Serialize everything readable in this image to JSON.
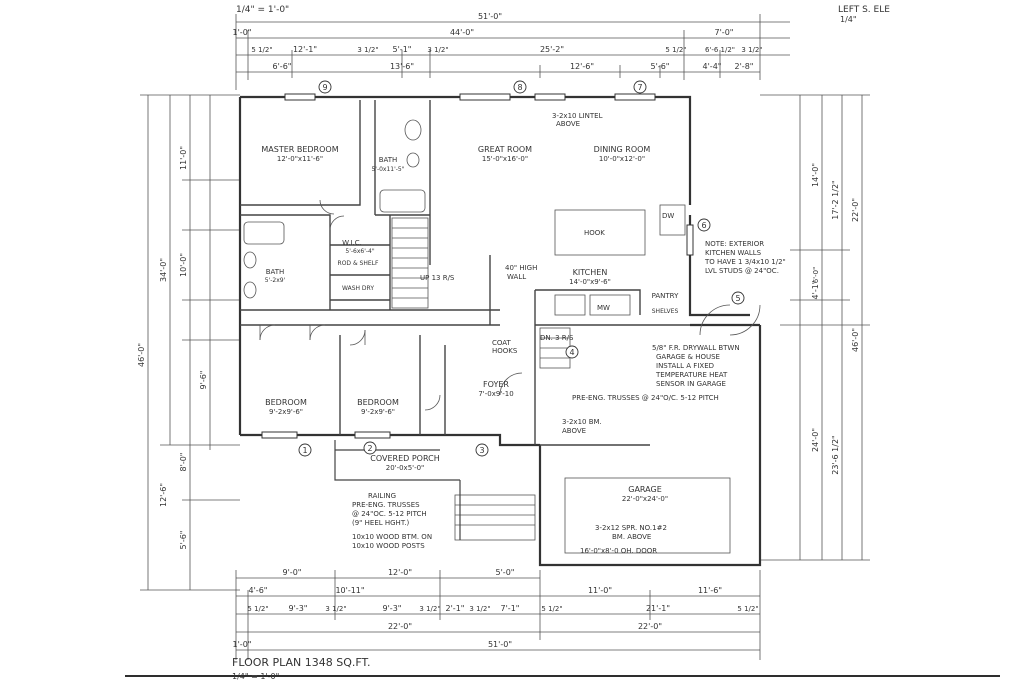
{
  "header": {
    "top_left_scale": "1/4\" = 1'-0\"",
    "top_right_title": "LEFT S. ELE",
    "top_right_scale": "1/4\""
  },
  "rooms": {
    "master_bedroom": {
      "name": "MASTER BEDROOM",
      "size": "12'-0\"x11'-6\""
    },
    "bath_master": {
      "name": "BATH",
      "size": "5'-0x11'-5\""
    },
    "great_room": {
      "name": "GREAT ROOM",
      "size": "15'-0\"x16'-0\""
    },
    "dining_room": {
      "name": "DINING ROOM",
      "size": "10'-0\"x12'-0\""
    },
    "bath_2": {
      "name": "BATH",
      "size": "5'-2x9'"
    },
    "wic": {
      "name": "W.I.C.",
      "size": "5'-6x6'-4\"",
      "shelf": "ROD & SHELF"
    },
    "wash_dry": "WASH DRY",
    "kitchen": {
      "name": "KITCHEN",
      "size": "14'-0\"x9'-6\""
    },
    "pantry": "PANTRY",
    "shelves": "SHELVES",
    "bedroom_1": {
      "name": "BEDROOM",
      "size": "9'-2x9'-6\""
    },
    "bedroom_2": {
      "name": "BEDROOM",
      "size": "9'-2x9'-6\""
    },
    "foyer": {
      "name": "FOYER",
      "size": "7'-0x9'-10"
    },
    "covered_porch": {
      "name": "COVERED PORCH",
      "size": "20'-0x5'-0\""
    },
    "garage": {
      "name": "GARAGE",
      "size": "22'-0\"x24'-0\""
    }
  },
  "notes": {
    "lintel": [
      "3-2x10 LINTEL",
      "ABOVE"
    ],
    "exterior_walls": [
      "NOTE: EXTERIOR",
      "KITCHEN WALLS",
      "TO HAVE 1 3/4x10 1/2\"",
      "LVL STUDS @ 24\"OC."
    ],
    "fire_detail": [
      "5/8\" F.R. DRYWALL BTWN",
      "GARAGE & HOUSE",
      "INSTALL A FIXED",
      "TEMPERATURE HEAT",
      "SENSOR IN GARAGE"
    ],
    "trusses": "PRE-ENG. TRUSSES @ 24\"O/C.  5-12 PITCH",
    "bm": [
      "3-2x10 BM.",
      "ABOVE"
    ],
    "spr": [
      "3-2x12 SPR. NO.1#2",
      "BM. ABOVE"
    ],
    "garage_door": "16'-0\"x8'-0 OH. DOOR",
    "railing": [
      "RAILING",
      "PRE-ENG. TRUSSES",
      "@ 24\"OC. 5-12 PITCH",
      "(9\" HEEL HGHT.)"
    ],
    "wood": [
      "10x10 WOOD BTM. ON",
      "10x10 WOOD POSTS"
    ],
    "hook": "HOOK",
    "mw": "MW",
    "dw": "DW",
    "dn": "DN. 3 R/S",
    "up": "UP 13 R/S",
    "high_wall": [
      "40\" HIGH",
      "WALL"
    ],
    "coat_hooks": [
      "COAT",
      "HOOKS"
    ]
  },
  "dims_top": {
    "overall": "51'-0\"",
    "row1": [
      "1'-0\"",
      "44'-0\"",
      "7'-0\""
    ],
    "row2": [
      "5 1/2\"",
      "12'-1\"",
      "3 1/2\"",
      "5'-1\"",
      "3 1/2\"",
      "25'-2\"",
      "5 1/2\"",
      "6'-6 1/2\"",
      "3 1/2\""
    ],
    "row3": [
      "6'-6\"",
      "13'-6\"",
      "12'-6\"",
      "5'-6\"",
      "4'-4\"",
      "2'-8\""
    ]
  },
  "dims_bottom": {
    "row1": [
      "9'-0\"",
      "12'-0\"",
      "5'-0\""
    ],
    "row2": [
      "4'-6\"",
      "10'-11\"",
      "11'-0\"",
      "11'-6\""
    ],
    "row3": [
      "5 1/2\"",
      "9'-3\"",
      "3 1/2\"",
      "9'-3\"",
      "3 1/2\"",
      "2'-1\"",
      "3 1/2\"",
      "7'-1\"",
      "5 1/2\"",
      "21'-1\"",
      "5 1/2\""
    ],
    "row4": [
      "22'-0\"",
      "22'-0\""
    ],
    "overall": [
      "1'-0\"",
      "51'-0\""
    ]
  },
  "dims_left": [
    "11'-0\"",
    "10'-0\"",
    "9'-6\"",
    "8'-0\"",
    "12'-6\"",
    "5'-6\"",
    "34'-0\"",
    "46'-0\""
  ],
  "dims_right": [
    "14'-0\"",
    "17'-2 1/2\"",
    "4'-1\"",
    "6'-0\"",
    "23'-6 1/2\"",
    "24'-0\"",
    "46'-0\"",
    "22'-0\""
  ],
  "markers": [
    "1",
    "2",
    "3",
    "4",
    "5",
    "6",
    "7",
    "8",
    "9"
  ],
  "footer": {
    "title": "FLOOR PLAN 1348 SQ.FT.",
    "scale": "1/4\" = 1'-0\""
  }
}
